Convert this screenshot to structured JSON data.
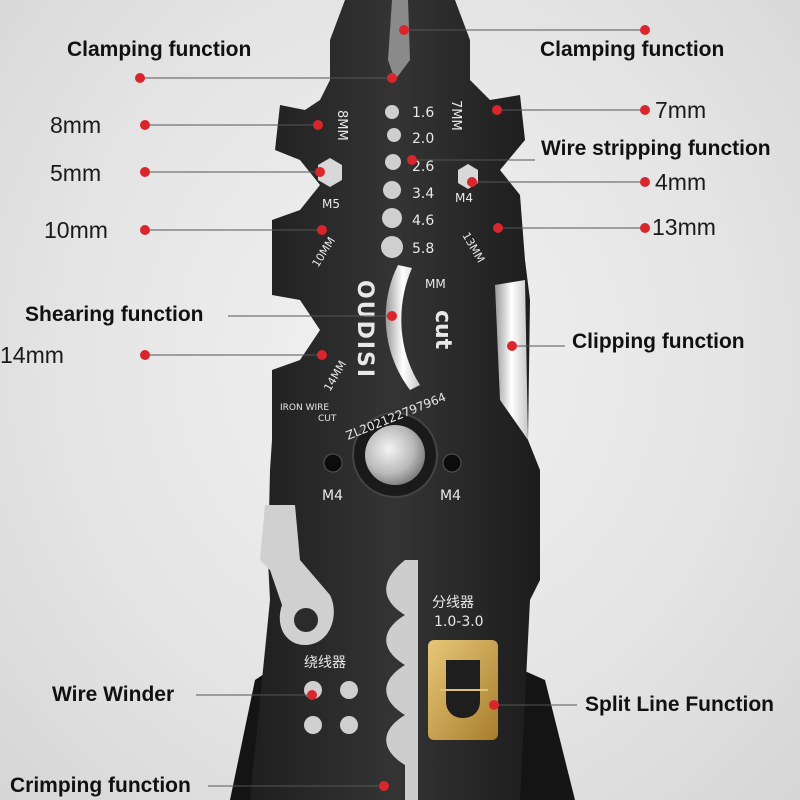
{
  "callouts": {
    "clamping_left": "Clamping function",
    "clamping_right": "Clamping function",
    "size_8mm": "8mm",
    "size_7mm": "7mm",
    "size_5mm": "5mm",
    "wire_stripping": "Wire stripping function",
    "size_4mm": "4mm",
    "size_10mm": "10mm",
    "size_13mm": "13mm",
    "shearing": "Shearing function",
    "clipping": "Clipping function",
    "size_14mm": "14mm",
    "wire_winder": "Wire Winder",
    "split_line": "Split Line Function",
    "crimping": "Crimping function"
  },
  "tool_markings": {
    "hole_8mm": "8MM",
    "hole_7mm": "7MM",
    "gauges": [
      "1.6",
      "2.0",
      "2.6",
      "3.4",
      "4.6",
      "5.8"
    ],
    "hex_m5": "M5",
    "hex_m4_right": "M4",
    "notch_10mm": "10MM",
    "notch_13mm": "13MM",
    "unit_mm": "MM",
    "brand": "OUDISI",
    "cut": "cut",
    "notch_14mm": "14MM",
    "iron_wire_1": "IRON WIRE",
    "iron_wire_2": "CUT",
    "patent": "ZL202122797964",
    "screw_m4_left": "M4",
    "screw_m4_right": "M4",
    "splitter_cn": "分线器",
    "splitter_range": "1.0-3.0",
    "winder_cn": "绕线器"
  },
  "colors": {
    "accent_dot": "#d9262c",
    "steel_dark": "#2b2b2b",
    "steel_light": "#bfbfbf",
    "brass": "#c9a24a"
  }
}
